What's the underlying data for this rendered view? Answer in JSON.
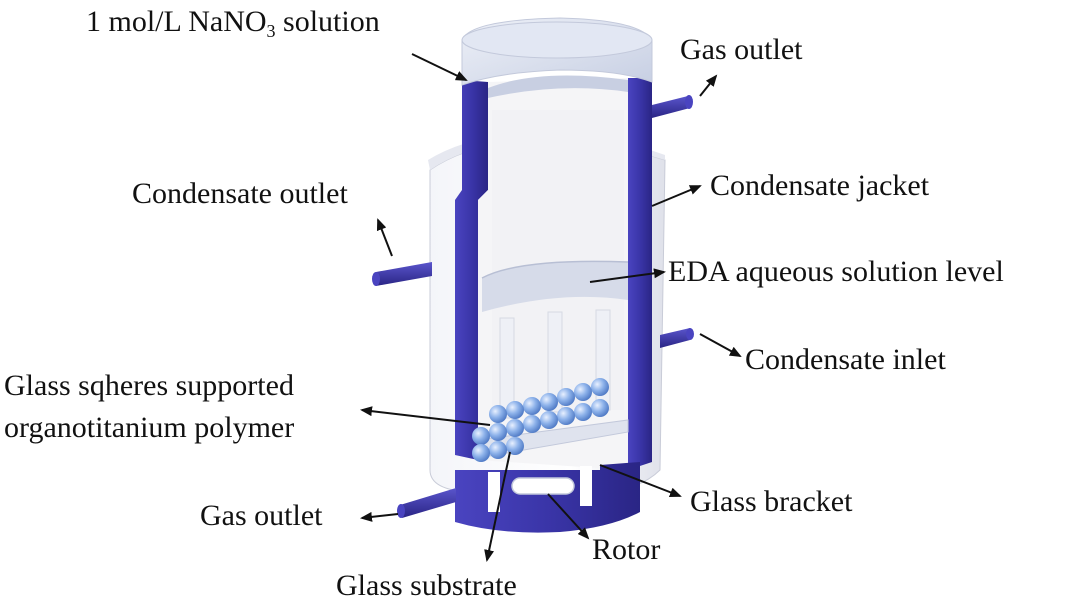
{
  "labels": {
    "nano3_solution": {
      "main": "1 mol/L NaNO",
      "sub": "3",
      "tail": " solution"
    },
    "gas_outlet_top": "Gas outlet",
    "condensate_outlet": "Condensate outlet",
    "condensate_jacket": "Condensate jacket",
    "eda_level": "EDA aqueous solution level",
    "condensate_inlet": "Condensate inlet",
    "glass_spheres_line1": "Glass sqheres supported",
    "glass_spheres_line2": "organotitanium polymer",
    "gas_outlet_bottom": "Gas outlet",
    "glass_bracket": "Glass bracket",
    "rotor": "Rotor",
    "glass_substrate": "Glass substrate"
  },
  "colors": {
    "vessel_wall": "#3a35a8",
    "vessel_wall_dark": "#2a2585",
    "jacket": "#eef0f6",
    "liquid_top": "#dde3f2",
    "sphere": "#7fa6e0",
    "text": "#111111"
  }
}
